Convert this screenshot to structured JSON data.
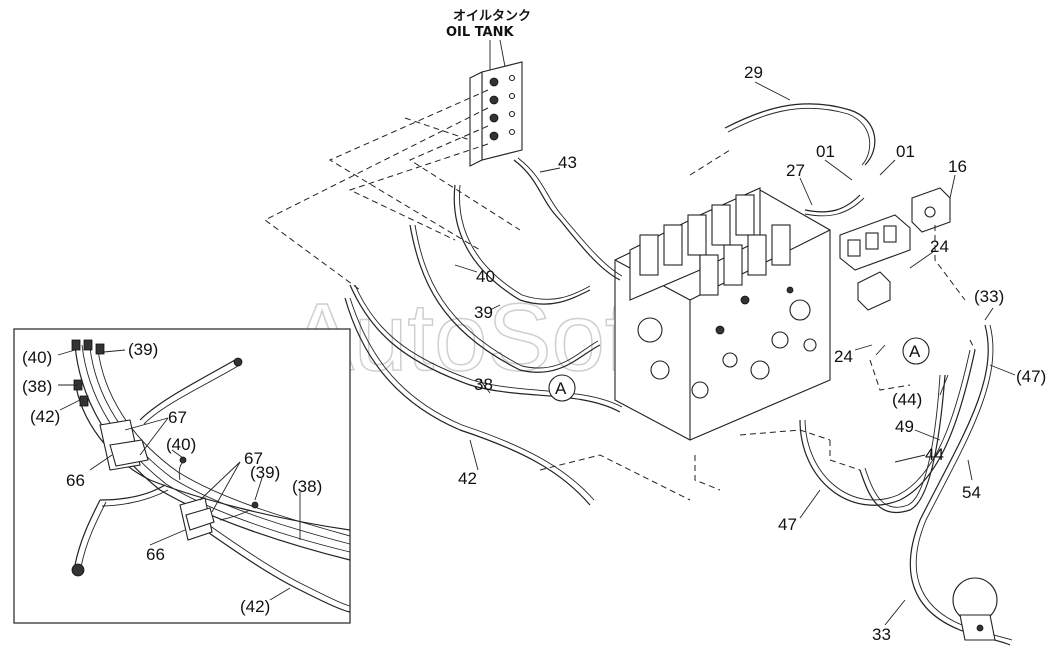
{
  "header": {
    "tank_jp": "オイルタンク",
    "tank_en": "OIL TANK"
  },
  "watermark": "AutoSoft",
  "labels": {
    "p29": "29",
    "p43": "43",
    "p01a": "01",
    "p01b": "01",
    "p16": "16",
    "p27": "27",
    "p24a": "24",
    "p24b": "24",
    "p40": "40",
    "p39": "39",
    "p38": "38",
    "p42": "42",
    "p33a": "(33)",
    "p47a": "(47)",
    "p44a": "(44)",
    "p49": "49",
    "p44b": "44",
    "p54": "54",
    "p47b": "47",
    "p33b": "33",
    "refA1": "A",
    "refA2": "A"
  },
  "inset_labels": {
    "p40": "(40)",
    "p39": "(39)",
    "p38": "(38)",
    "p42": "(42)",
    "p67a": "67",
    "p40b": "(40)",
    "p66a": "66",
    "p67b": "67",
    "p39b": "(39)",
    "p38b": "(38)",
    "p66b": "66",
    "p42b": "(42)"
  }
}
